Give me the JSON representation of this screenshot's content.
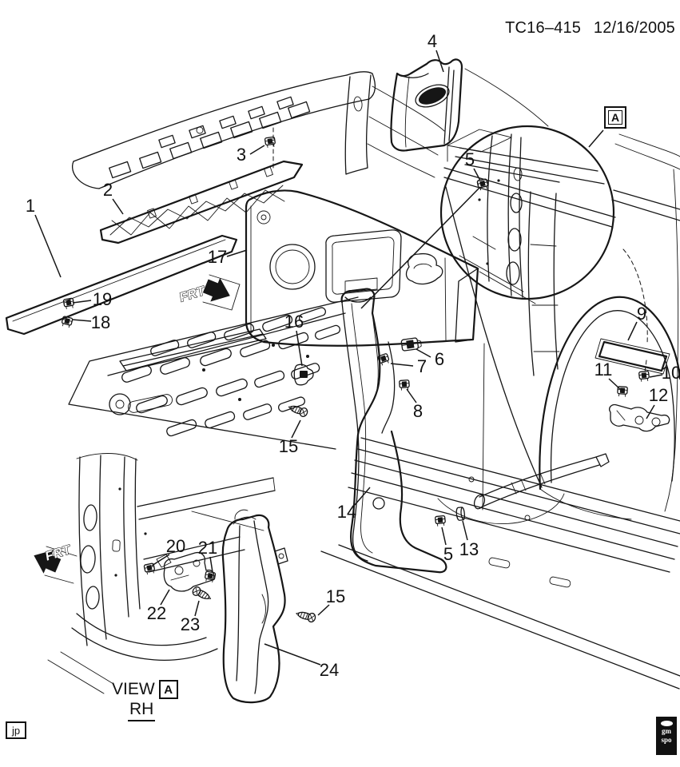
{
  "title": {
    "drawing_number": "TC16–415",
    "date": "12/16/2005"
  },
  "detail_view": {
    "marker": "A"
  },
  "view_caption": {
    "prefix": "VIEW",
    "marker": "A",
    "side": "RH"
  },
  "direction_arrows": [
    {
      "label": "FRT"
    },
    {
      "label": "FRT"
    }
  ],
  "badges": {
    "author": "jp",
    "publisher_line1": "gm",
    "publisher_line2": "spo"
  },
  "colors": {
    "line": "#161616",
    "background": "#ffffff"
  },
  "callouts": [
    {
      "label": "1"
    },
    {
      "label": "2"
    },
    {
      "label": "3"
    },
    {
      "label": "4"
    },
    {
      "label": "5"
    },
    {
      "label": "5"
    },
    {
      "label": "6"
    },
    {
      "label": "7"
    },
    {
      "label": "8"
    },
    {
      "label": "9"
    },
    {
      "label": "10"
    },
    {
      "label": "11"
    },
    {
      "label": "12"
    },
    {
      "label": "13"
    },
    {
      "label": "14"
    },
    {
      "label": "15"
    },
    {
      "label": "15"
    },
    {
      "label": "16"
    },
    {
      "label": "17"
    },
    {
      "label": "18"
    },
    {
      "label": "19"
    },
    {
      "label": "20"
    },
    {
      "label": "21"
    },
    {
      "label": "22"
    },
    {
      "label": "23"
    },
    {
      "label": "24"
    }
  ]
}
